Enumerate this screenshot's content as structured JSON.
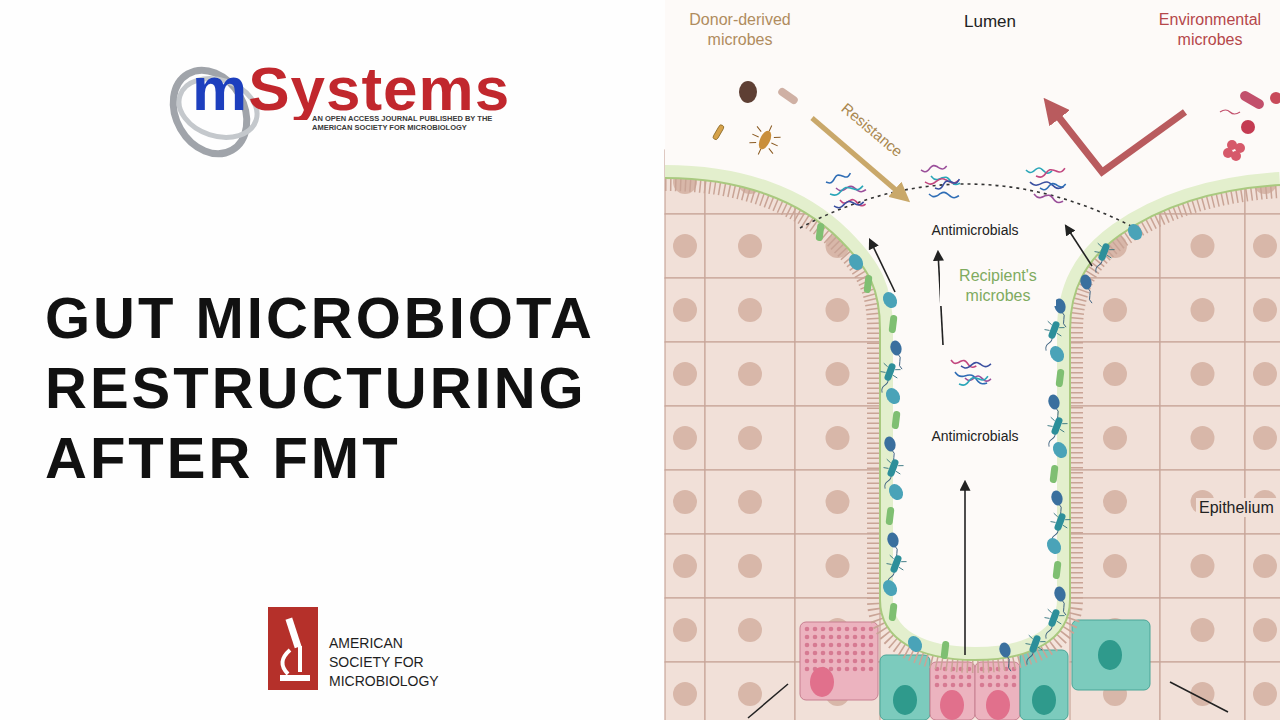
{
  "diagram": {
    "title": "GUT MICROBIOTA RESTRUCTURING AFTER FMT",
    "labels": [
      "mSystems",
      "AN OPEN ACCESS JOURNAL PUBLISHED BY THE AMERICAN SOCIETY FOR MICROBIOLOGY",
      "AMERICAN SOCIETY FOR MICROBIOLOGY",
      "Donor-derived microbes",
      "Lumen",
      "Environmental microbes",
      "Resistance",
      "Antimicrobials",
      "Recipient's microbes",
      "Antimicrobials",
      "Epithelium"
    ]
  }
}
